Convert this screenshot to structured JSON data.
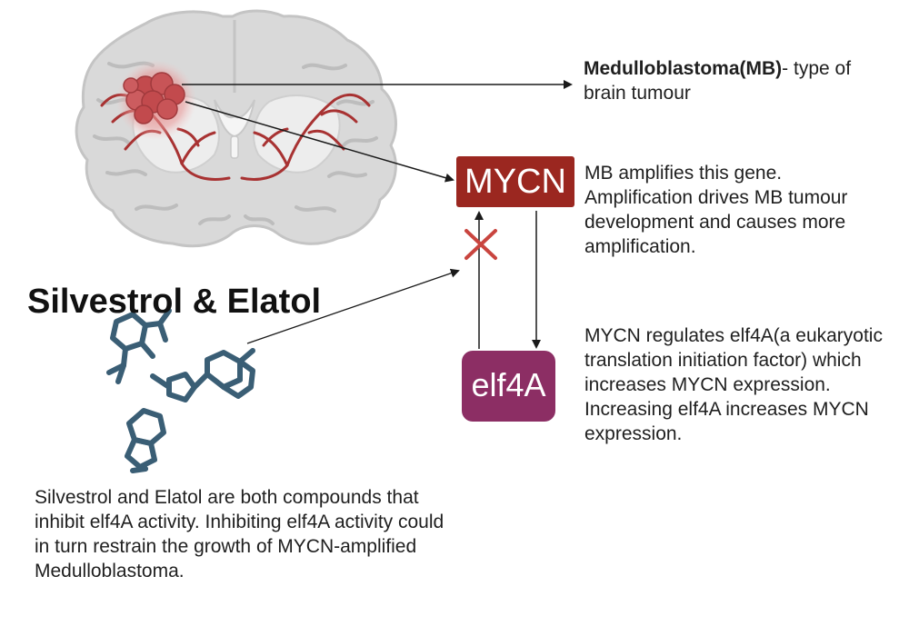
{
  "diagram": {
    "mb_label": {
      "bold": "Medulloblastoma(MB)",
      "rest": "- type of brain tumour"
    },
    "mycn_box": "MYCN",
    "elf4a_box": "elf4A",
    "mycn_description": "MB amplifies this gene. Amplification drives MB tumour development and causes more amplification.",
    "elf4a_description": "MYCN regulates elf4A(a eukaryotic translation initiation factor) which increases MYCN expression. Increasing elf4A increases MYCN expression.",
    "compound_title": "Silvestrol & Elatol",
    "compound_description": "Silvestrol and Elatol are both compounds that inhibit elf4A activity. Inhibiting elf4A activity could in turn restrain the growth of MYCN-amplified Medulloblastoma."
  },
  "colors": {
    "mycn_box": "#9b2720",
    "elf4a_box": "#8c2e64",
    "inhibit_cross": "#c9453f",
    "molecule": "#3a5e75",
    "brain": "#d9d9d9",
    "tumour": "#c85a5c",
    "vessels": "#a83232"
  },
  "icons": [
    "brain-illustration",
    "tumour-mass",
    "molecule-structure",
    "inhibition-cross"
  ]
}
